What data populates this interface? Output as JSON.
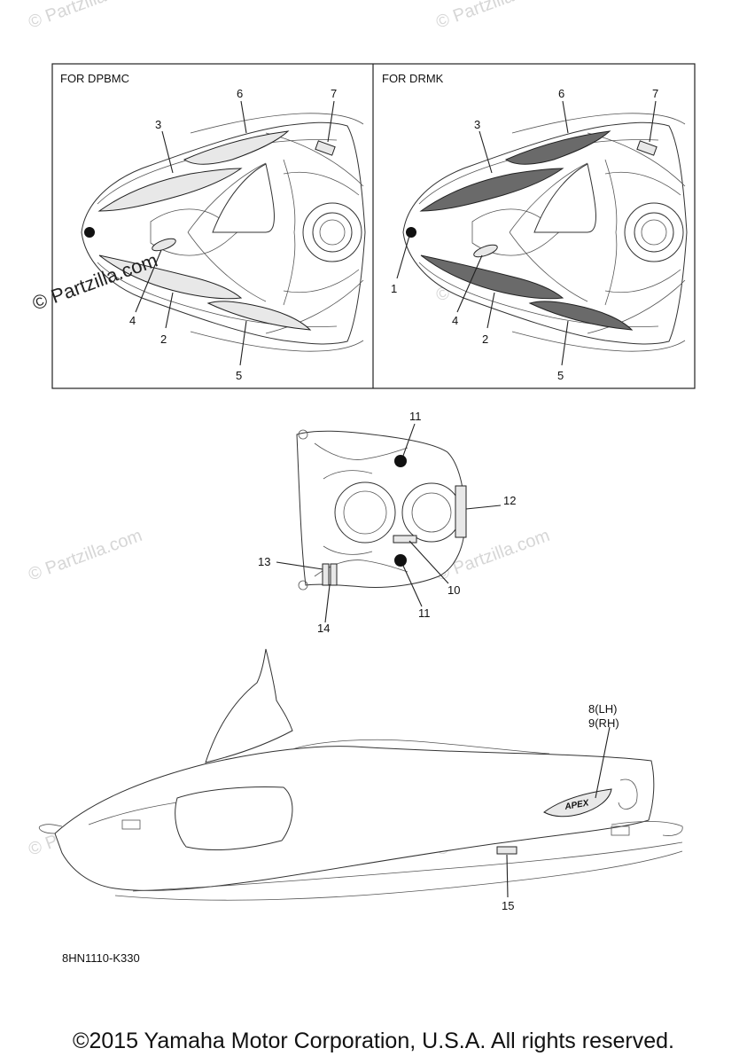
{
  "watermark": {
    "faint_text": "© Partzilla.com",
    "dark_text": "© Partzilla.com"
  },
  "panels": [
    {
      "header": "FOR DPBMC"
    },
    {
      "header": "FOR DRMK"
    }
  ],
  "callouts": {
    "panel_left": [
      "6",
      "7",
      "3",
      "4",
      "2",
      "5"
    ],
    "panel_right": [
      "6",
      "7",
      "3",
      "1",
      "4",
      "2",
      "5"
    ],
    "top_view": [
      "11",
      "12",
      "13",
      "10",
      "11",
      "14"
    ],
    "side_view": [
      "8(LH)",
      "9(RH)",
      "15"
    ]
  },
  "side_decal_text": "APEX",
  "diagram_code": "8HN1110-K330",
  "copyright": "©2015 Yamaha Motor Corporation, U.S.A. All rights reserved."
}
